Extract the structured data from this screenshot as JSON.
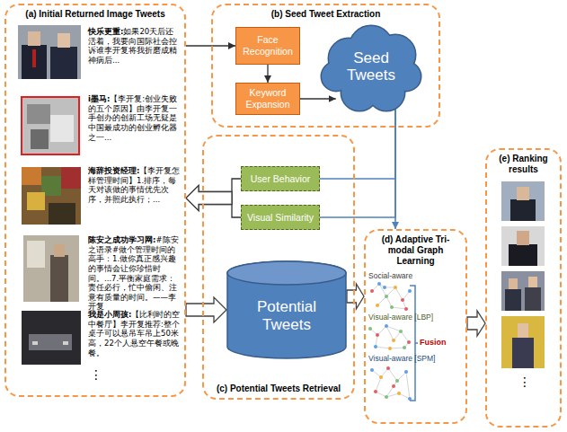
{
  "diagram": {
    "nodes": [
      {
        "text": [
          "(a) Initial Returned Image Tweets"
        ]
      },
      {
        "text": [
          "(b) Seed Tweet Extraction"
        ]
      },
      {
        "text": [
          "Face Recognition"
        ],
        "in": 1
      },
      {
        "text": [
          "Keyword Expansion"
        ],
        "in": 1
      },
      {
        "text": [
          "Seed Tweets"
        ],
        "in": 1
      },
      {
        "text": [
          "(c) Potential Tweets Retrieval"
        ]
      },
      {
        "text": [
          "User Behavior"
        ],
        "in": 5
      },
      {
        "text": [
          "Visual Similarity"
        ],
        "in": 5
      },
      {
        "text": [
          "Potential Tweets"
        ],
        "in": 5
      },
      {
        "text": [
          "(d) Adaptive Tri-modal Graph Learning"
        ]
      },
      {
        "text": [
          "(e) Ranking results"
        ]
      }
    ],
    "edges": [
      {
        "from": 0,
        "to": 2,
        "arrow": "to"
      },
      {
        "from": 2,
        "to": 3,
        "arrow": "to"
      },
      {
        "from": 3,
        "to": 4,
        "arrow": "to"
      },
      {
        "from": 4,
        "to": 9,
        "arrow": "to"
      },
      {
        "from": 4,
        "to": 6,
        "arrow": "none"
      },
      {
        "from": 4,
        "to": 7,
        "arrow": "none"
      },
      {
        "from": 6,
        "to": 0,
        "arrow": "to"
      },
      {
        "from": 7,
        "to": 0,
        "arrow": "to"
      },
      {
        "from": 0,
        "to": 8,
        "arrow": "to"
      },
      {
        "from": 8,
        "to": 9,
        "arrow": "to"
      },
      {
        "from": 9,
        "to": 10,
        "arrow": "to"
      }
    ],
    "labels": [
      "快乐更重:",
      "如果20天后还活着，我要向国际社会控诉谁李开复将我折磨成精神病后...",
      "i墨马:",
      "【李开复:创业失败的五个原因】由李开复一手创办的创新工场无疑是中国最成功的创业孵化器之一...",
      "海辞投资经理:",
      "【李开复怎样管理时间】1.排序，每天对该做的事情优先次序，并照此执行；...",
      "陈安之成功学习网:",
      "#陈安之语录#做个管理时间的高手：1.做你真正感兴趣的事情会让你珍惜时间。...7.平衡家庭需求：责任必行，忙中偷闲、注意有质量的时间。——李开复",
      "我是小周孩:",
      "【比利时的空中餐厅】李开复推荐:整个桌子可以悬吊车吊上50米高，22个人悬空午餐或晚餐。",
      "⋮",
      "Social-aware",
      "Visual-aware [LBP]",
      "Visual-aware [SPM]",
      "Fusion",
      "⋮"
    ]
  }
}
